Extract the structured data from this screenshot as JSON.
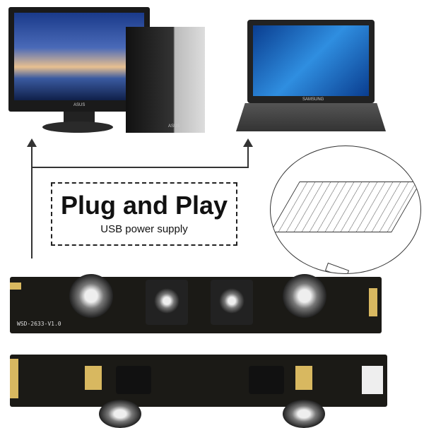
{
  "headline": {
    "title": "Plug and Play",
    "subtitle": "USB power supply"
  },
  "devices": {
    "monitor_brand": "ASUS",
    "tower_brand": "ASUS",
    "laptop_brand": "SAMSUNG"
  },
  "board": {
    "model_label": "WSD-2633-V1.0"
  }
}
